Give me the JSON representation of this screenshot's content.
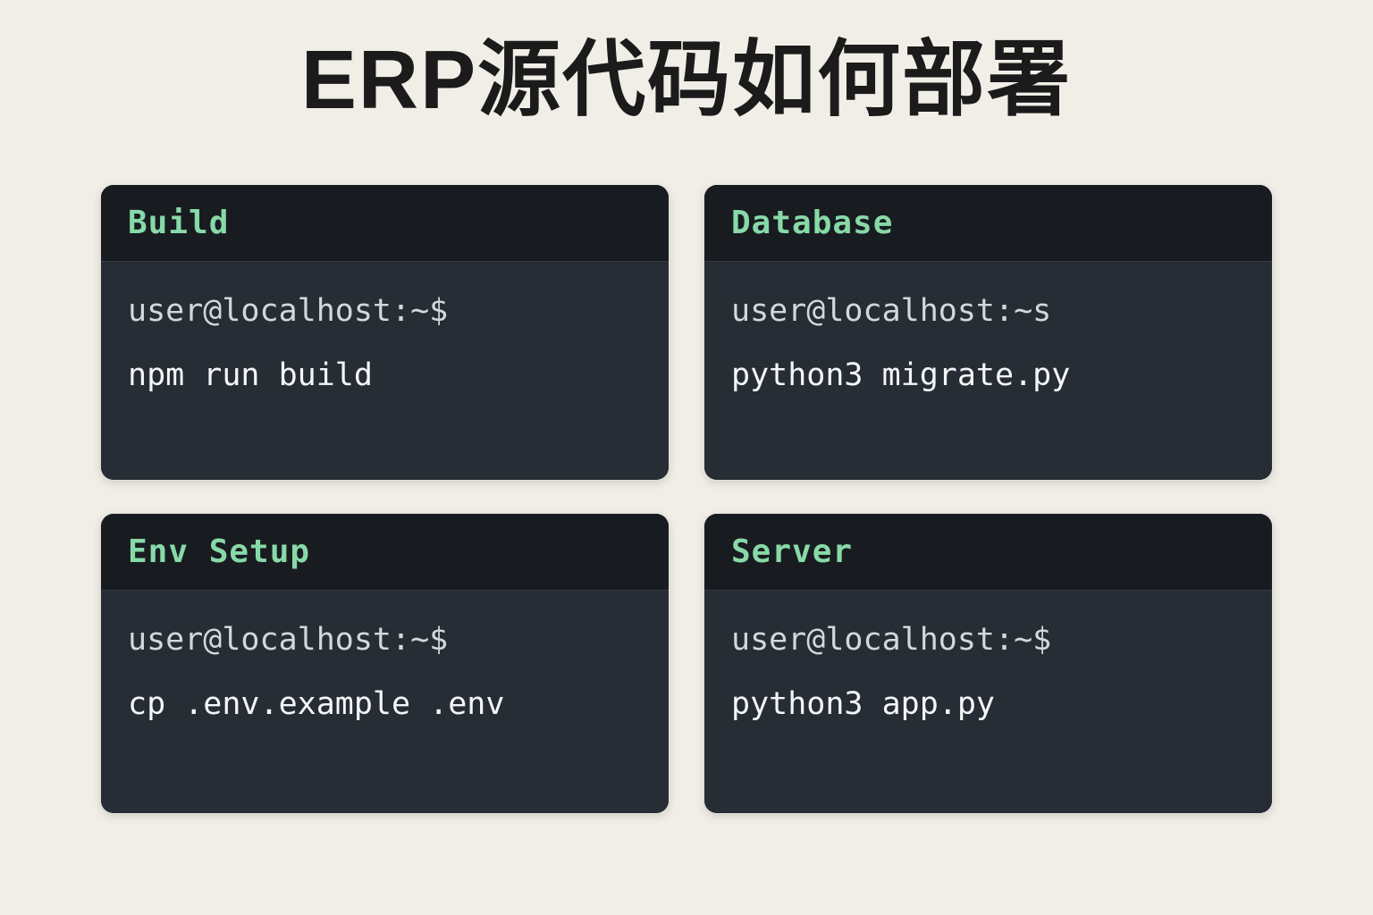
{
  "page": {
    "title": "ERP源代码如何部署"
  },
  "colors": {
    "page_bg": "#f1eee7",
    "title_color": "#1b1b1b",
    "card_header_bg": "#181c20",
    "card_body_bg": "#272d34",
    "card_title_green": "#88d9a8",
    "prompt_text": "#d3d8db",
    "command_text": "#f4f6f7"
  },
  "cards": [
    {
      "title": "Build",
      "prompt": "user@localhost:~$",
      "command": "npm run build"
    },
    {
      "title": "Database",
      "prompt": "user@localhost:~s",
      "command": "python3 migrate.py"
    },
    {
      "title": "Env Setup",
      "prompt": "user@localhost:~$",
      "command": "cp .env.example .env"
    },
    {
      "title": "Server",
      "prompt": "user@localhost:~$",
      "command": "python3 app.py"
    }
  ]
}
